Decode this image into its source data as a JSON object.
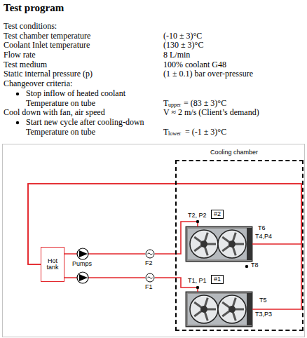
{
  "diagram": {
    "title": "Test program",
    "nodes": [
      {
        "text": [
          "Hot tank"
        ]
      },
      {
        "text": [
          "F2"
        ]
      },
      {
        "text": [
          "F1"
        ]
      },
      {
        "text": [
          "Cooling chamber"
        ]
      },
      {
        "text": [
          "#2"
        ],
        "in": 3
      },
      {
        "text": [
          "#1"
        ],
        "in": 3
      }
    ],
    "edges": [
      {
        "from": 0,
        "to": 1,
        "arrow": "none"
      },
      {
        "from": 0,
        "to": 2,
        "arrow": "none"
      },
      {
        "from": 1,
        "to": 4,
        "arrow": "none"
      },
      {
        "from": 2,
        "to": 5,
        "arrow": "none"
      },
      {
        "from": 4,
        "to": 0,
        "arrow": "none"
      },
      {
        "from": 5,
        "to": 0,
        "arrow": "none"
      }
    ],
    "labels": [
      "Test conditions:",
      "Test chamber temperature",
      "(-10 ± 3)°C",
      "Coolant Inlet temperature",
      "(130 ± 3)°C",
      "Flow rate",
      "8 L/min",
      "Test medium",
      "100% coolant G48",
      "Static internal pressure (p)",
      "(1 ± 0.1) bar over-pressure",
      "Changeover criteria:",
      "Stop inflow of heated coolant",
      "Temperature on tube",
      "T",
      "upper",
      "= (83 ± 3)°C",
      "Cool down with fan, air speed",
      "V ≈ 2 m/s (Client’s demand)",
      "Start new cycle after cooling-down",
      "Temperature on tube",
      "T",
      "lower",
      "= (-1 ± 3)°C",
      "Pumps",
      "T2, P2",
      "T6",
      "T4,P4",
      "T8",
      "T1, P1",
      "T5",
      "T3,P3"
    ]
  }
}
